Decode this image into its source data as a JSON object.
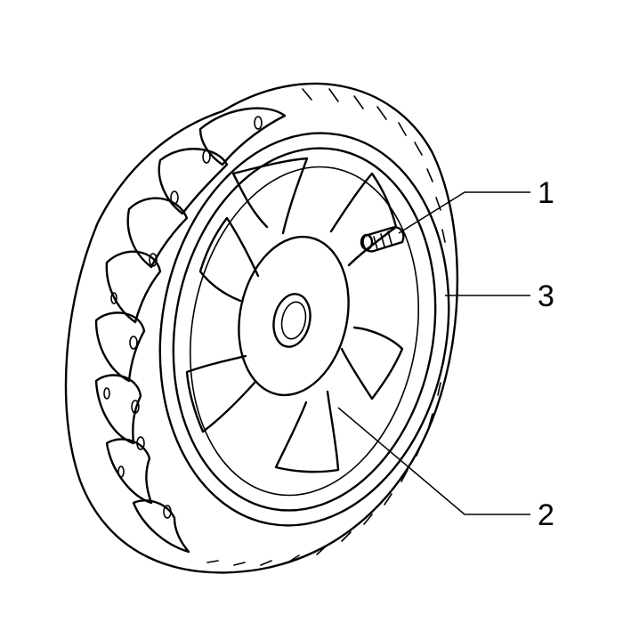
{
  "diagram": {
    "callouts": [
      {
        "id": "callout-1",
        "label": "1"
      },
      {
        "id": "callout-2",
        "label": "2"
      },
      {
        "id": "callout-3",
        "label": "3"
      }
    ],
    "colors": {
      "ink": "#000000",
      "background": "#ffffff"
    }
  }
}
